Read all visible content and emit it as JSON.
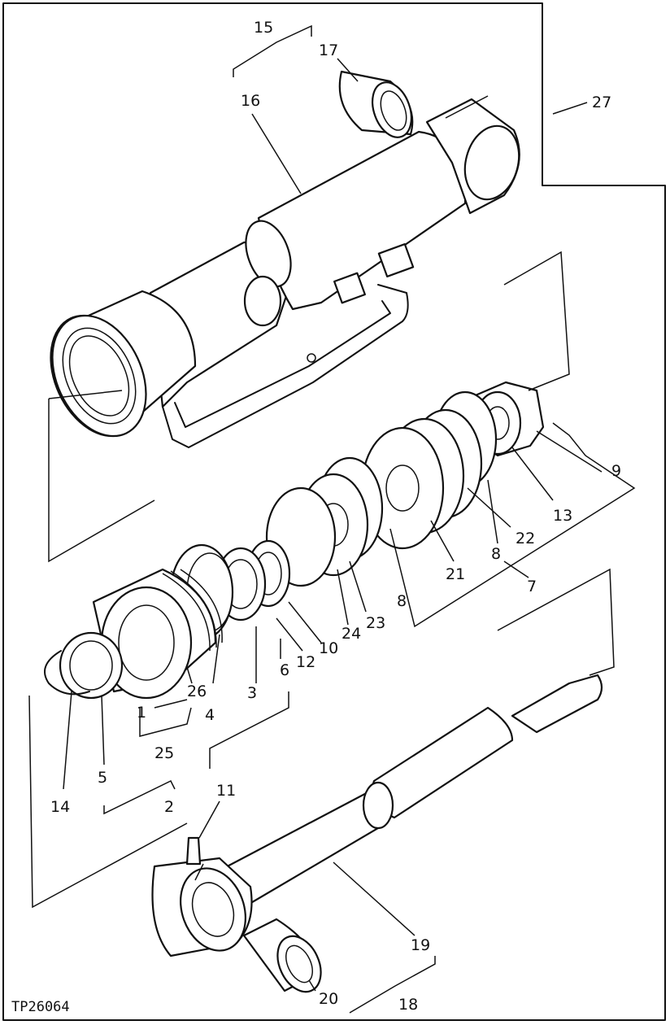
{
  "figure_tag": "TP26064",
  "callouts": {
    "n1": "1",
    "n2": "2",
    "n3": "3",
    "n4": "4",
    "n5": "5",
    "n6": "6",
    "n7": "7",
    "n8a": "8",
    "n8b": "8",
    "n9": "9",
    "n10": "10",
    "n11": "11",
    "n12": "12",
    "n13": "13",
    "n14": "14",
    "n15": "15",
    "n16": "16",
    "n17": "17",
    "n18": "18",
    "n19": "19",
    "n20": "20",
    "n21": "21",
    "n22": "22",
    "n23": "23",
    "n24": "24",
    "n25": "25",
    "n26": "26",
    "n27": "27"
  }
}
